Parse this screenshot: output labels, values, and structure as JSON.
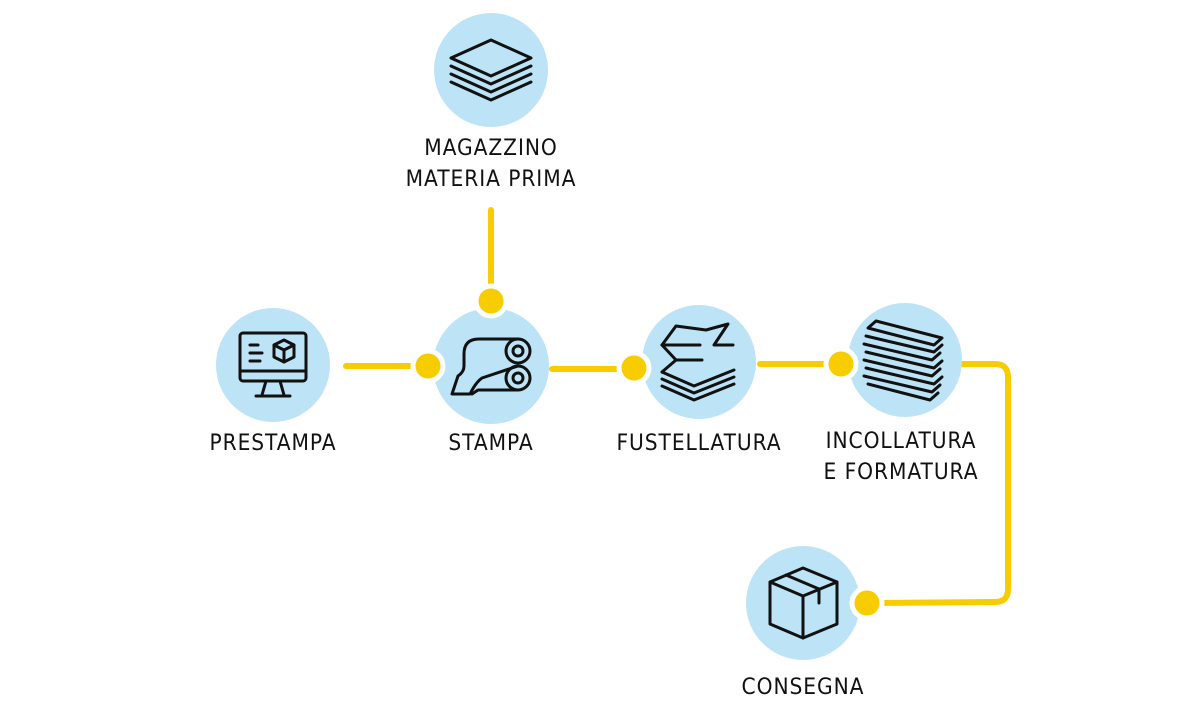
{
  "diagram": {
    "colors": {
      "circle": "#bde3f7",
      "connector": "#f7cd00",
      "icon": "#111111",
      "text": "#111111"
    },
    "nodes": {
      "magazzino": {
        "line1": "MAGAZZINO",
        "line2": "MATERIA PRIMA",
        "icon": "stacked-layers-icon"
      },
      "prestampa": {
        "label": "PRESTAMPA",
        "icon": "monitor-icon"
      },
      "stampa": {
        "label": "STAMPA",
        "icon": "paper-roll-icon"
      },
      "fustellatura": {
        "label": "FUSTELLATURA",
        "icon": "folded-paper-icon"
      },
      "incollatura": {
        "line1": "INCOLLATURA",
        "line2": "E FORMATURA",
        "icon": "paper-stack-icon"
      },
      "consegna": {
        "label": "CONSEGNA",
        "icon": "box-icon"
      }
    }
  }
}
